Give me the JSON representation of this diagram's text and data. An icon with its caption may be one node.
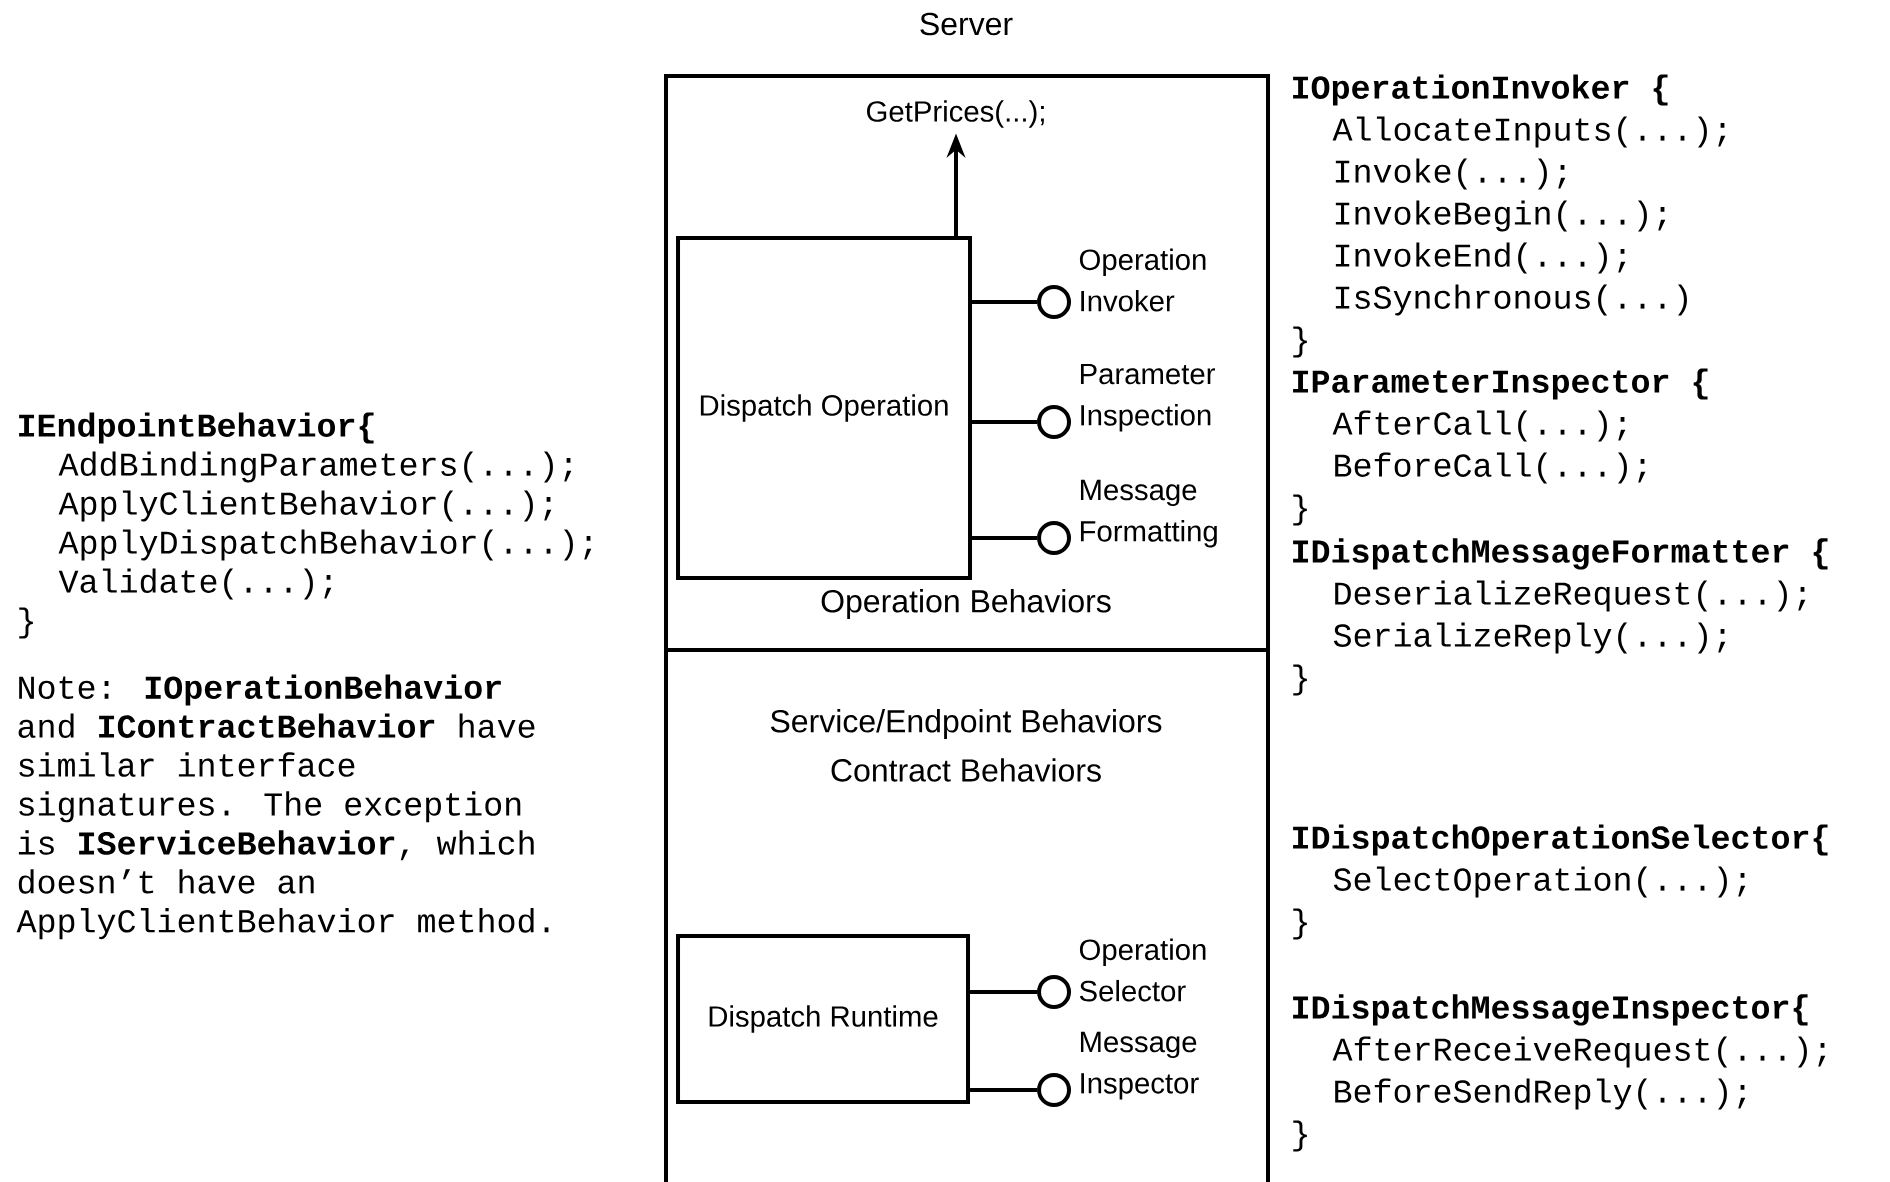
{
  "diagram": {
    "nodes": [
      {
        "text": [
          "Server"
        ]
      },
      {
        "text": [
          "Operation Behaviors"
        ],
        "in": 0
      },
      {
        "text": [
          "Service/Endpoint Behaviors",
          "Contract Behaviors"
        ],
        "in": 0
      },
      {
        "text": [
          "Dispatch Operation"
        ],
        "in": 1
      },
      {
        "text": [
          "GetPrices(...);"
        ],
        "in": 1
      },
      {
        "text": [],
        "shape": "circle",
        "beside": [
          "Operation Invoker"
        ],
        "in": 1
      },
      {
        "text": [],
        "shape": "circle",
        "beside": [
          "Parameter Inspection"
        ],
        "in": 1
      },
      {
        "text": [],
        "shape": "circle",
        "beside": [
          "Message Formatting"
        ],
        "in": 1
      },
      {
        "text": [
          "Dispatch Runtime"
        ],
        "in": 2
      },
      {
        "text": [],
        "shape": "circle",
        "beside": [
          "Operation Selector"
        ],
        "in": 2
      },
      {
        "text": [],
        "shape": "circle",
        "beside": [
          "Message Inspector"
        ],
        "in": 2
      }
    ],
    "edges": [
      {
        "from": 3,
        "to": 4,
        "arrow": "to"
      },
      {
        "from": 3,
        "to": 5,
        "arrow": "none"
      },
      {
        "from": 3,
        "to": 6,
        "arrow": "none"
      },
      {
        "from": 3,
        "to": 7,
        "arrow": "none"
      },
      {
        "from": 8,
        "to": 9,
        "arrow": "none"
      },
      {
        "from": 8,
        "to": 10,
        "arrow": "none"
      }
    ],
    "labels": [
      "IEndpointBehavior{",
      "AddBindingParameters(...);",
      "ApplyClientBehavior(...);",
      "ApplyDispatchBehavior(...);",
      "Validate(...);",
      "}",
      "Note: **IOperationBehavior** and **IContractBehavior** have similar interface signatures. The exception is **IServiceBehavior**, which doesn’t have an ApplyClientBehavior method.",
      "IOperationInvoker {",
      "AllocateInputs(...);",
      "Invoke(...);",
      "InvokeBegin(...);",
      "InvokeEnd(...);",
      "IsSynchronous(...)",
      "}",
      "IParameterInspector {",
      "AfterCall(...);",
      "BeforeCall(...);",
      "}",
      "IDispatchMessageFormatter {",
      "DeserializeRequest(...);",
      "SerializeReply(...);",
      "}",
      "IDispatchOperationSelector{",
      "SelectOperation(...);",
      "}",
      "IDispatchMessageInspector{",
      "AfterReceiveRequest(...);",
      "BeforeSendReply(...);",
      "}"
    ]
  }
}
